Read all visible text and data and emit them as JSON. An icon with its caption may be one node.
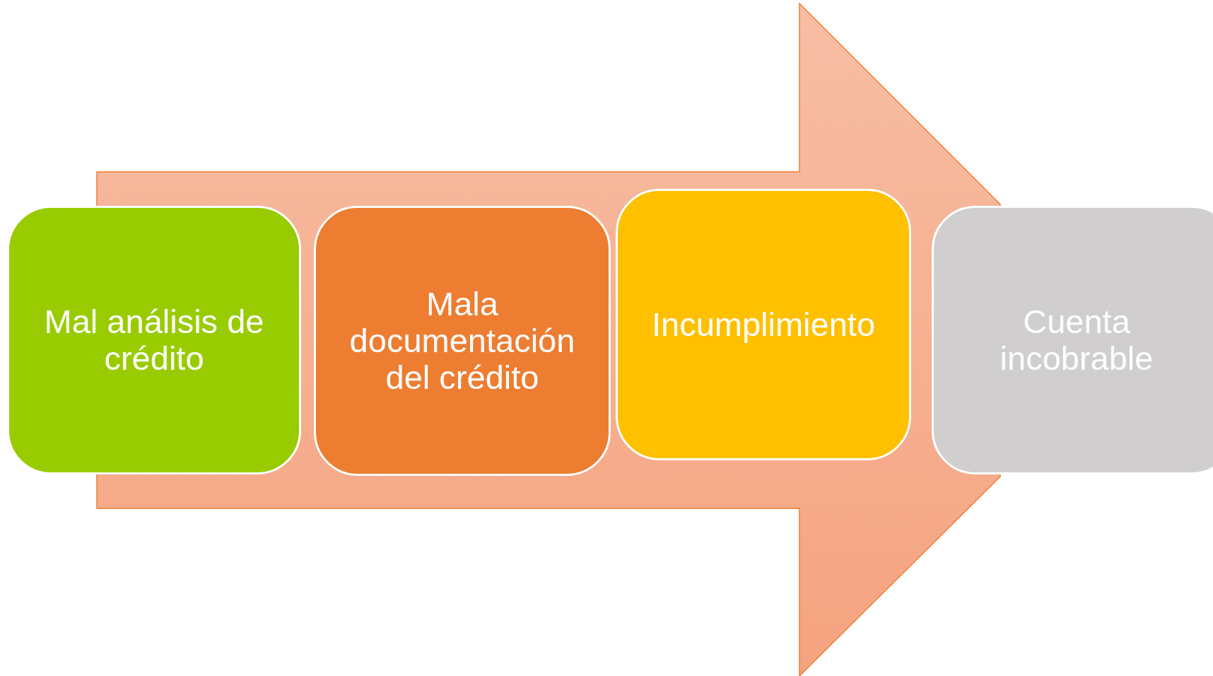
{
  "diagram": {
    "nodes": [
      {
        "text": [
          "Mal análisis de crédito"
        ]
      },
      {
        "text": [
          "Mala documentación del crédito"
        ]
      },
      {
        "text": [
          "Incumplimiento"
        ]
      },
      {
        "text": [
          "Cuenta incobrable"
        ]
      }
    ]
  }
}
